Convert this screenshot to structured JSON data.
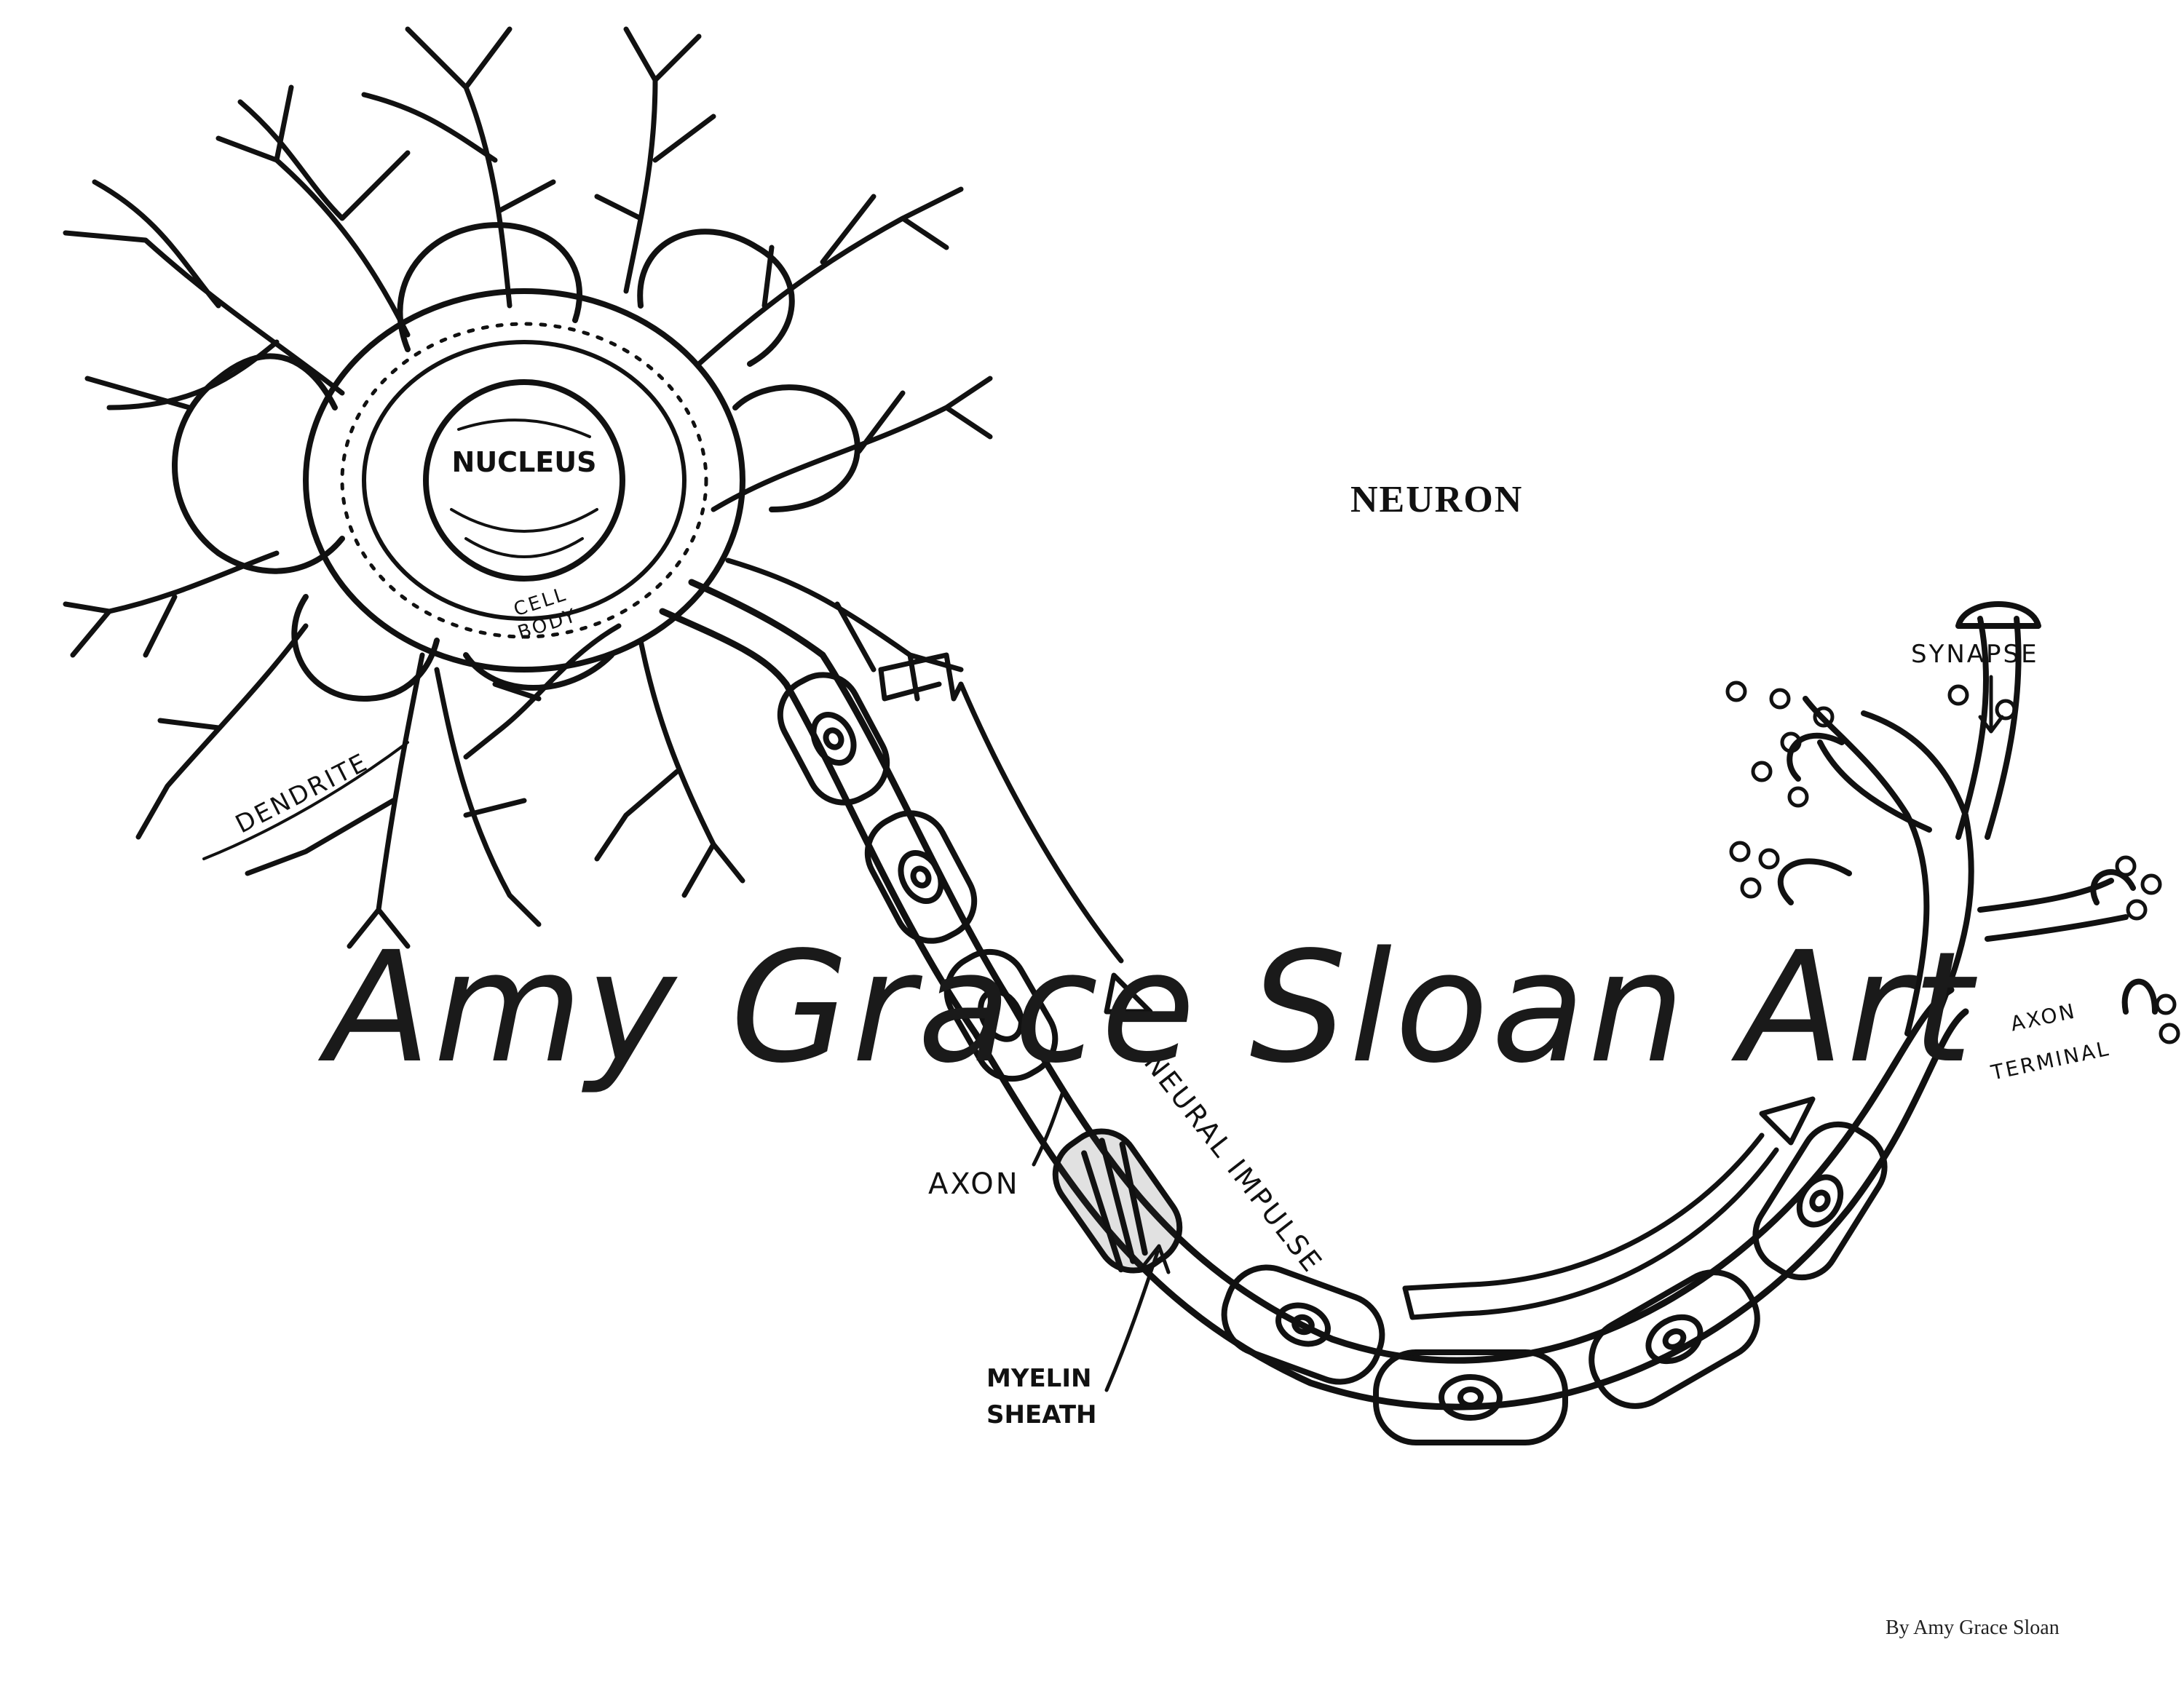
{
  "title": "NEURON",
  "labels": {
    "nucleus": "NUCLEUS",
    "cell_body_1": "CELL",
    "cell_body_2": "BODY",
    "dendrite": "DENDRITE",
    "axon": "AXON",
    "myelin_1": "MYELIN",
    "myelin_2": "SHEATH",
    "neural_impulse": "NEURAL IMPULSE",
    "synapse": "SYNAPSE",
    "axon_terminal_1": "AXON",
    "axon_terminal_2": "TERMINAL"
  },
  "watermark": "Amy Grace Sloan Art",
  "credit": "By Amy Grace Sloan",
  "colors": {
    "ink": "#111111",
    "paper": "#ffffff"
  }
}
